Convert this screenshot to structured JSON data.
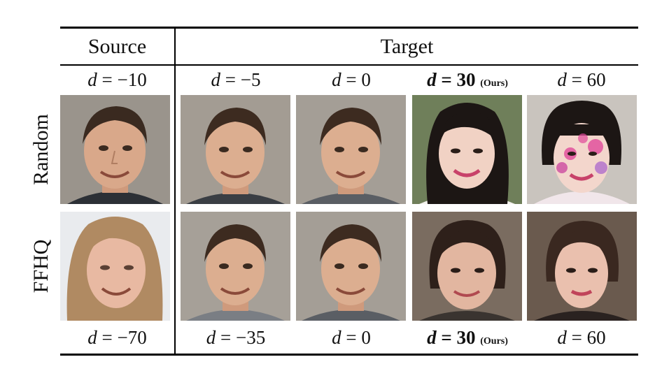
{
  "header": {
    "source": "Source",
    "target": "Target"
  },
  "rows": [
    {
      "label": "Random",
      "top_labels": [
        {
          "var": "d",
          "op": "=",
          "val": "−10",
          "bold": false,
          "ours": ""
        },
        {
          "var": "d",
          "op": "=",
          "val": "−5",
          "bold": false,
          "ours": ""
        },
        {
          "var": "d",
          "op": "=",
          "val": "0",
          "bold": false,
          "ours": ""
        },
        {
          "var": "d",
          "op": "=",
          "val": "30",
          "bold": true,
          "ours": "(Ours)"
        },
        {
          "var": "d",
          "op": "=",
          "val": "60",
          "bold": false,
          "ours": ""
        }
      ]
    },
    {
      "label": "FFHQ",
      "bottom_labels": [
        {
          "var": "d",
          "op": "=",
          "val": "−70",
          "bold": false,
          "ours": ""
        },
        {
          "var": "d",
          "op": "=",
          "val": "−35",
          "bold": false,
          "ours": ""
        },
        {
          "var": "d",
          "op": "=",
          "val": "0",
          "bold": false,
          "ours": ""
        },
        {
          "var": "d",
          "op": "=",
          "val": "30",
          "bold": true,
          "ours": "(Ours)"
        },
        {
          "var": "d",
          "op": "=",
          "val": "60",
          "bold": false,
          "ours": ""
        }
      ]
    }
  ],
  "faces": {
    "colors": {
      "skin_man": "#d9a88a",
      "hair_dark": "#3a2a20",
      "bg_gray": "#9a948c",
      "shirt_dark": "#2c3036",
      "skin_woman": "#f1d2c4",
      "hair_black": "#1c1614",
      "bg_green": "#6f7f5a",
      "skin_blond": "#e8b9a2",
      "hair_blond": "#b08a62",
      "bg_light": "#e9ebee",
      "bg_brown": "#6a5a4e",
      "makeup": "#e0489a"
    }
  }
}
